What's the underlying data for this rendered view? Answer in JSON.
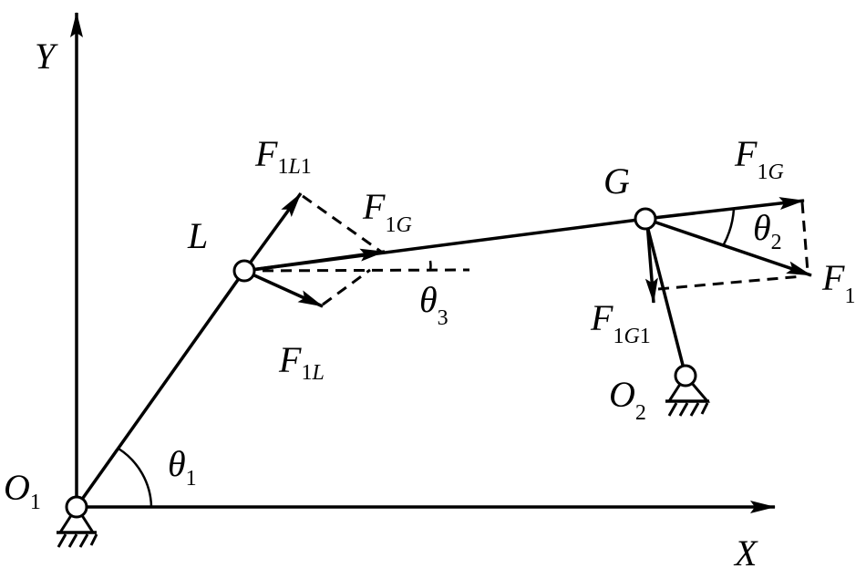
{
  "axes": {
    "y_label": "Y",
    "x_label": "X"
  },
  "points": {
    "O1": {
      "main": "O",
      "sub": "1"
    },
    "O2": {
      "main": "O",
      "sub": "2"
    },
    "L": {
      "main": "L"
    },
    "G": {
      "main": "G"
    }
  },
  "forces": {
    "F1L1": {
      "main": "F",
      "sub1": "1",
      "sub2": "L",
      "sub3": "1"
    },
    "F1L": {
      "main": "F",
      "sub1": "1",
      "sub2": "L"
    },
    "F1G_at_L": {
      "main": "F",
      "sub1": "1",
      "sub2": "G"
    },
    "F1G_at_G": {
      "main": "F",
      "sub1": "1",
      "sub2": "G"
    },
    "F1": {
      "main": "F",
      "sub1": "1"
    },
    "F1G1": {
      "main": "F",
      "sub1": "1",
      "sub2": "G",
      "sub3": "1"
    }
  },
  "angles": {
    "theta1": {
      "main": "θ",
      "sub": "1"
    },
    "theta2": {
      "main": "θ",
      "sub": "2"
    },
    "theta3": {
      "main": "θ",
      "sub": "3"
    }
  }
}
